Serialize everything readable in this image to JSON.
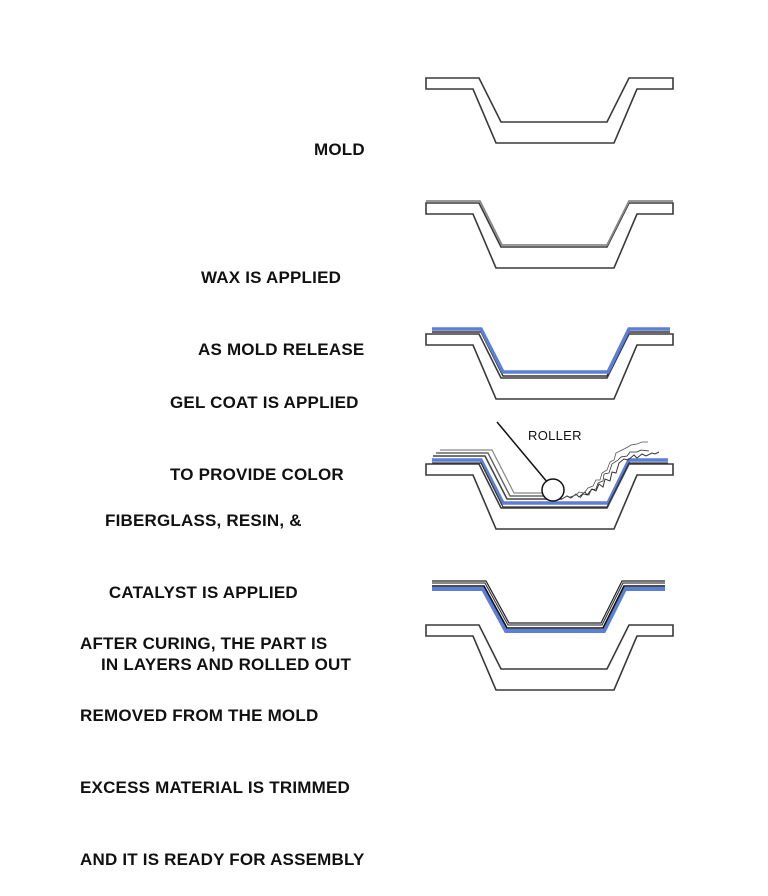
{
  "steps": [
    {
      "id": "mold",
      "lines": [
        "MOLD"
      ]
    },
    {
      "id": "wax",
      "lines": [
        "WAX IS APPLIED",
        "AS MOLD RELEASE"
      ]
    },
    {
      "id": "gelcoat",
      "lines": [
        "GEL COAT IS APPLIED",
        "TO PROVIDE COLOR"
      ]
    },
    {
      "id": "layup",
      "lines": [
        "FIBERGLASS, RESIN, &",
        " CATALYST IS APPLIED",
        "IN LAYERS AND ROLLED OUT"
      ]
    },
    {
      "id": "cure",
      "lines": [
        "AFTER CURING, THE PART IS",
        "REMOVED FROM THE MOLD",
        "EXCESS MATERIAL IS TRIMMED",
        "AND IT IS READY FOR ASSEMBLY"
      ]
    }
  ],
  "callouts": {
    "roller": "ROLLER"
  },
  "colors": {
    "outline": "#333333",
    "gel_coat": "#5b7fd6",
    "wax": "#888888",
    "fiber": "#444444"
  }
}
